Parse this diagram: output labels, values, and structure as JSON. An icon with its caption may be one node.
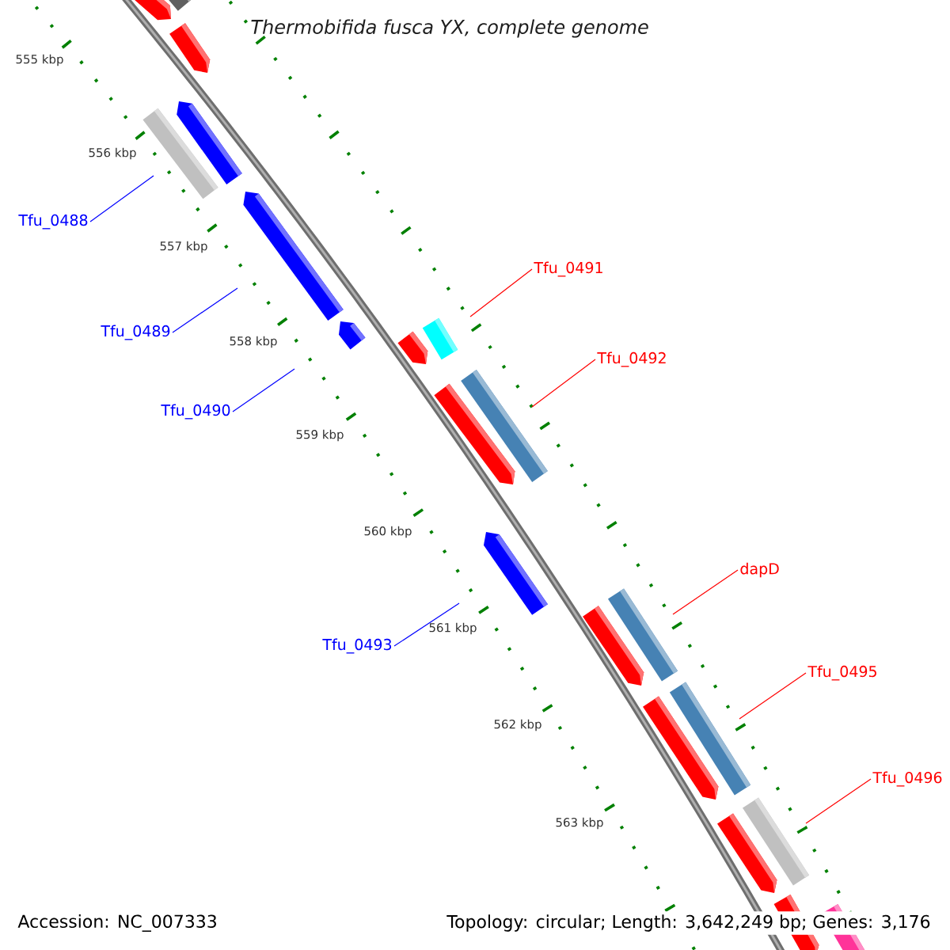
{
  "diagram": {
    "title": "Thermobifida fusca YX, complete genome",
    "nodes": [
      {
        "text": [
          "Tfu_0488"
        ]
      },
      {
        "text": [
          "Tfu_0489"
        ]
      },
      {
        "text": [
          "Tfu_0490"
        ]
      },
      {
        "text": [
          "Tfu_0491"
        ]
      },
      {
        "text": [
          "Tfu_0492"
        ]
      },
      {
        "text": [
          "Tfu_0493"
        ]
      },
      {
        "text": [
          "dapD"
        ]
      },
      {
        "text": [
          "Tfu_0495"
        ]
      },
      {
        "text": [
          "Tfu_0496"
        ]
      }
    ],
    "edges": [
      {
        "from": 0,
        "to": null,
        "arrow": "none",
        "color": "#0000ff"
      },
      {
        "from": 1,
        "to": null,
        "arrow": "none",
        "color": "#0000ff"
      },
      {
        "from": 2,
        "to": null,
        "arrow": "none",
        "color": "#0000ff"
      },
      {
        "from": 3,
        "to": null,
        "arrow": "none"
      },
      {
        "from": 4,
        "to": null,
        "arrow": "none"
      },
      {
        "from": 5,
        "to": null,
        "arrow": "none",
        "color": "#0000ff"
      },
      {
        "from": 6,
        "to": null,
        "arrow": "none"
      },
      {
        "from": 7,
        "to": null,
        "arrow": "none"
      },
      {
        "from": 8,
        "to": null,
        "arrow": "none"
      }
    ],
    "labels": [
      "555 kbp",
      "556 kbp",
      "557 kbp",
      "558 kbp",
      "559 kbp",
      "560 kbp",
      "561 kbp",
      "562 kbp",
      "563 kbp",
      "Accession: NC_007333",
      "Topology: circular; Length: 3,642,249 bp; Genes: 3,176"
    ]
  }
}
